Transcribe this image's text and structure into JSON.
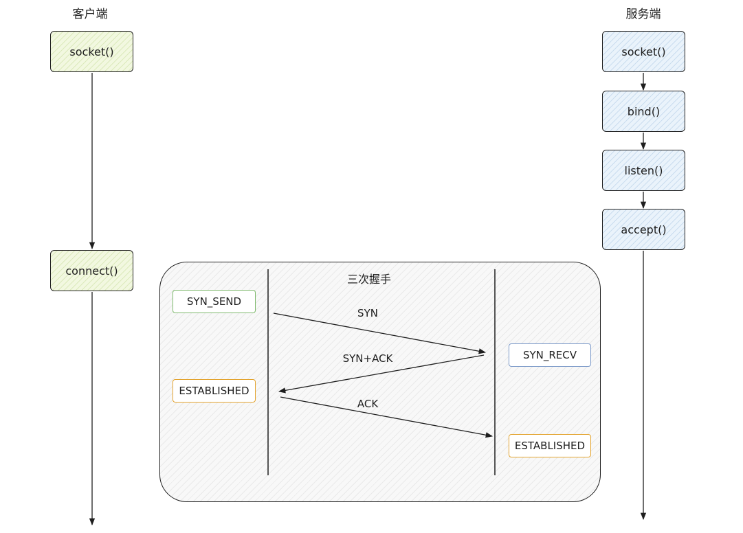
{
  "headers": {
    "client": "客户端",
    "server": "服务端"
  },
  "client": {
    "socket": "socket()",
    "connect": "connect()"
  },
  "server": {
    "socket": "socket()",
    "bind": "bind()",
    "listen": "listen()",
    "accept": "accept()"
  },
  "handshake": {
    "title": "三次握手",
    "client_states": {
      "syn_send": "SYN_SEND",
      "established": "ESTABLISHED"
    },
    "server_states": {
      "syn_recv": "SYN_RECV",
      "established": "ESTABLISHED"
    },
    "messages": {
      "syn": "SYN",
      "syn_ack": "SYN+ACK",
      "ack": "ACK"
    }
  },
  "colors": {
    "client_fill": "#f2f8e0",
    "server_fill": "#eaf3fb",
    "state_green": "#7cb86a",
    "state_orange": "#e2a22c",
    "state_blue": "#7a98c8",
    "stroke": "#1e1e1e"
  }
}
